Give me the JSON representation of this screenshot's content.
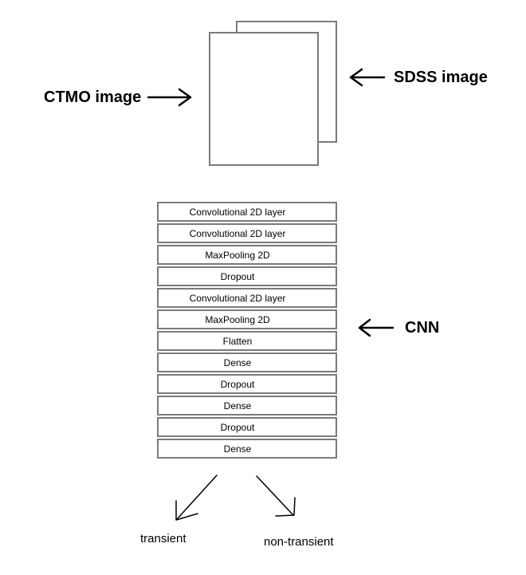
{
  "inputs": {
    "ctmo_label": "CTMO image",
    "sdss_label": "SDSS image"
  },
  "cnn": {
    "label": "CNN",
    "layers": [
      "Convolutional 2D layer",
      "Convolutional 2D layer",
      "MaxPooling 2D",
      "Dropout",
      "Convolutional 2D layer",
      "MaxPooling 2D",
      "Flatten",
      "Dense",
      "Dropout",
      "Dense",
      "Dropout",
      "Dense"
    ]
  },
  "outputs": {
    "left": "transient",
    "right": "non-transient"
  }
}
